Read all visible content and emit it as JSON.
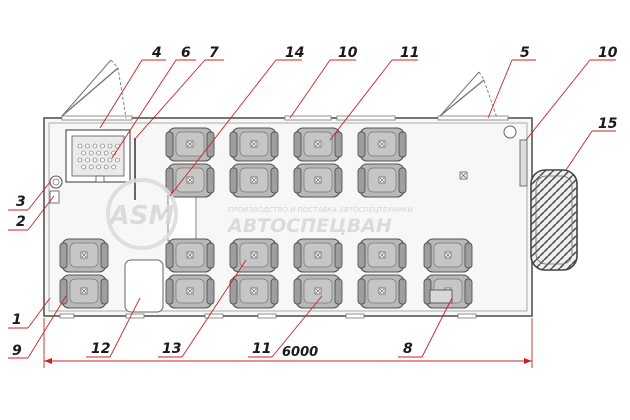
{
  "dimension": {
    "length_label": "6000"
  },
  "watermark": {
    "logo_text": "ASM",
    "subtitle": "ПРОИЗВОДСТВО И ПОСТАВКА АВТОСПЕЦТЕХНИКИ",
    "brand": "АВТОСПЕЦВАН"
  },
  "callouts": [
    "1",
    "2",
    "3",
    "4",
    "5",
    "6",
    "7",
    "8",
    "9",
    "10",
    "10",
    "11",
    "11",
    "12",
    "13",
    "14",
    "15"
  ],
  "colors": {
    "seat_fill": "#b8b8b8",
    "seat_stroke": "#555555",
    "leader_line": "#cc2222",
    "body_outline": "#555555",
    "watermark": "#dddddd"
  },
  "icons": [
    "seat-icon",
    "tire-icon",
    "fire-extinguisher-icon",
    "heater-icon",
    "door-icon"
  ]
}
